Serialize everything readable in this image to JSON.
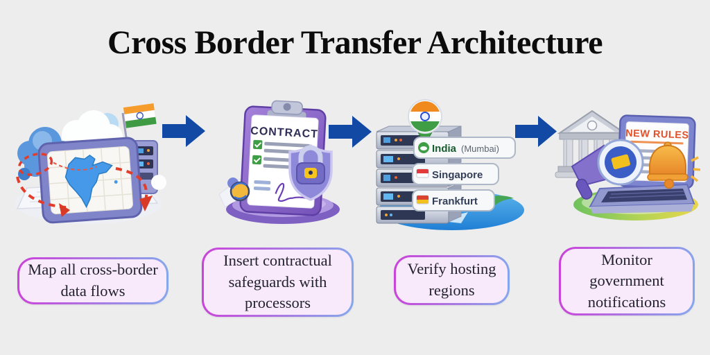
{
  "title": "Cross Border Transfer Architecture",
  "colors": {
    "background": "#ededee",
    "title_text": "#0c0c0c",
    "flow_arrow": "#1149a5",
    "card_fill": "#f8eafb",
    "card_border_start": "#cb41d9",
    "card_border_end": "#84a9ec",
    "card_text": "#22222e",
    "new_rules_text": "#e2512a",
    "india_region_text": "#175c2e"
  },
  "steps": [
    {
      "caption": "Map all cross-border data flows",
      "illustration": "laptop-with-india-map-clouds-flag-and-data-flow-arrows"
    },
    {
      "caption": "Insert contractual safeguards with processors",
      "illustration": "contract-clipboard-with-security-shield-and-padlock"
    },
    {
      "caption": "Verify hosting regions",
      "illustration": "server-stack-on-globe-with-region-tags-and-india-pin"
    },
    {
      "caption": "Monitor government notifications",
      "illustration": "government-building-megaphone-bell-and-laptop-notice"
    }
  ],
  "illustration_text": {
    "contract_heading": "CONTRACT",
    "region_primary": "India",
    "region_primary_detail": "(Mumbai)",
    "region_secondary": "Singapore",
    "region_tertiary": "Frankfurt",
    "alert_banner": "NEW RULES"
  }
}
